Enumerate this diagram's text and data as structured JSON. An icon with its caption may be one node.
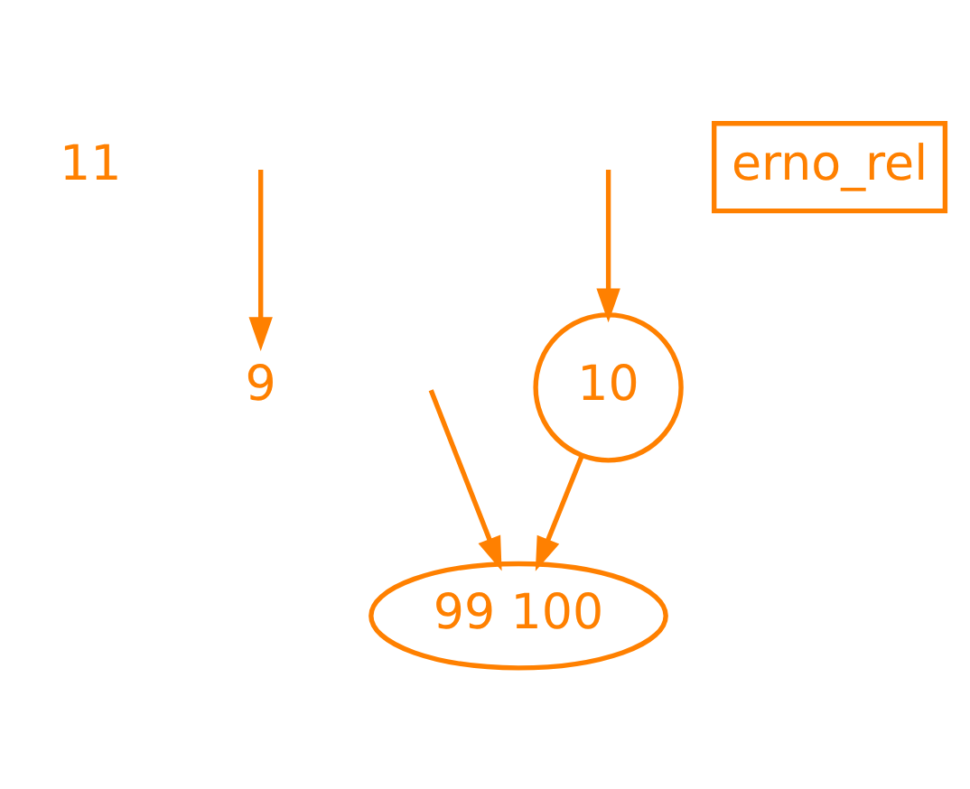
{
  "diagram": {
    "nodes": [
      {
        "text": [
          "11"
        ]
      },
      {
        "text": [
          "9"
        ]
      },
      {
        "text": [
          "10"
        ]
      },
      {
        "text": [
          "erno_rel"
        ]
      },
      {
        "text": [
          "99 100"
        ]
      }
    ],
    "edges": [
      {
        "from": null,
        "to": 1,
        "arrow": "to"
      },
      {
        "from": null,
        "to": 2,
        "arrow": "to"
      },
      {
        "from": 2,
        "to": 4,
        "arrow": "to"
      },
      {
        "from": null,
        "to": 4,
        "arrow": "to"
      }
    ]
  }
}
